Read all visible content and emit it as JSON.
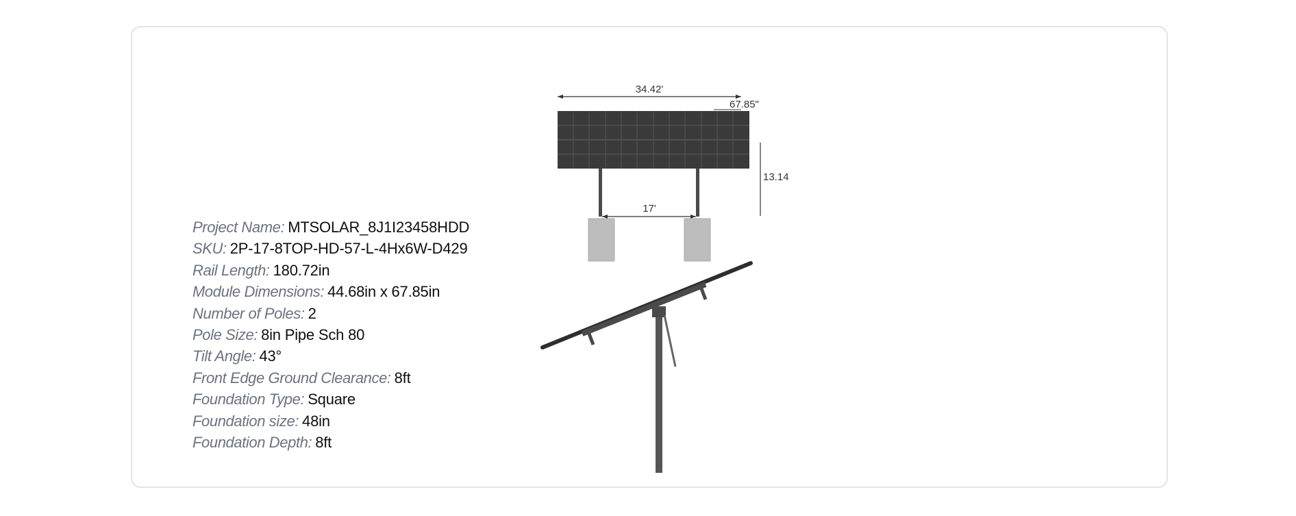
{
  "specs": [
    {
      "label": "Project Name:",
      "value": "MTSOLAR_8J1I23458HDD"
    },
    {
      "label": "SKU:",
      "value": "2P-17-8TOP-HD-57-L-4Hx6W-D429"
    },
    {
      "label": "Rail Length:",
      "value": "180.72in"
    },
    {
      "label": "Module Dimensions:",
      "value": "44.68in x 67.85in"
    },
    {
      "label": "Number of Poles:",
      "value": "2"
    },
    {
      "label": "Pole Size:",
      "value": "8in Pipe Sch 80"
    },
    {
      "label": "Tilt Angle:",
      "value": "43°"
    },
    {
      "label": "Front Edge Ground Clearance:",
      "value": "8ft"
    },
    {
      "label": "Foundation Type:",
      "value": "Square"
    },
    {
      "label": "Foundation size:",
      "value": "48in"
    },
    {
      "label": "Foundation Depth:",
      "value": "8ft"
    }
  ],
  "drawing": {
    "width_label": "34.42'",
    "module_label": "67.85\"",
    "height_label": "13.14",
    "pole_spacing_label": "17'"
  },
  "colors": {
    "label": "#6b7280",
    "value": "#0f0f0f",
    "card_border": "#e3e3e3",
    "panel": "#3a3a3a",
    "pole": "#4a4a4a",
    "foundation": "#bdbdbd"
  }
}
